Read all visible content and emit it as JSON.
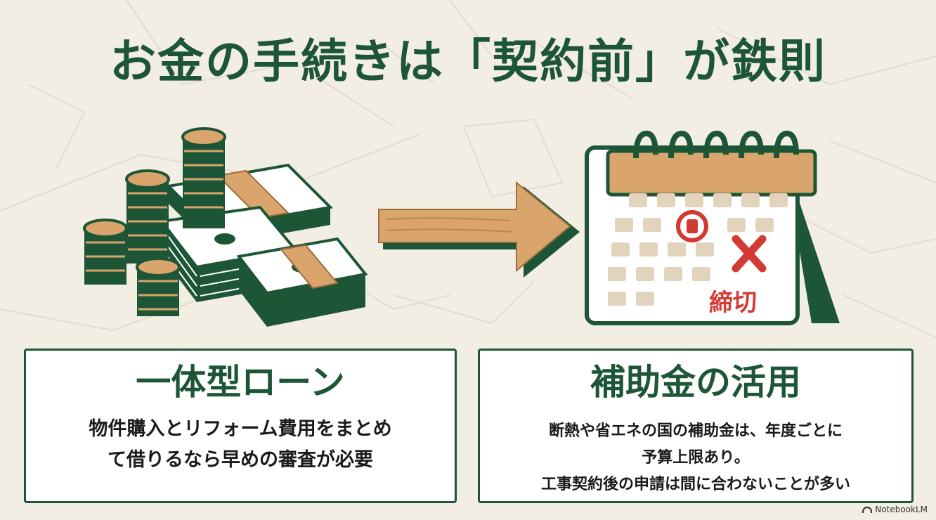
{
  "title": "お金の手続きは「契約前」が鉄則",
  "left_card": {
    "heading": "一体型ローン",
    "lines": [
      "物件購入とリフォーム費用をまとめ",
      "て借りるなら早めの審査が必要"
    ]
  },
  "right_card": {
    "heading": "補助金の活用",
    "lines": [
      "断熱や省エネの国の補助金は、年度ごとに",
      "予算上限あり。",
      "工事契約後の申請は間に合わないことが多い"
    ]
  },
  "calendar": {
    "label": "締切"
  },
  "footer": {
    "brand": "NotebookLM"
  },
  "icons": {
    "money": "money-stack-icon",
    "arrow": "arrow-right-icon",
    "calendar": "calendar-deadline-icon"
  },
  "colors": {
    "primary": "#1d5637",
    "background": "#f3eee3",
    "wood": "#d9a56c",
    "deadline_red": "#d23b33"
  }
}
